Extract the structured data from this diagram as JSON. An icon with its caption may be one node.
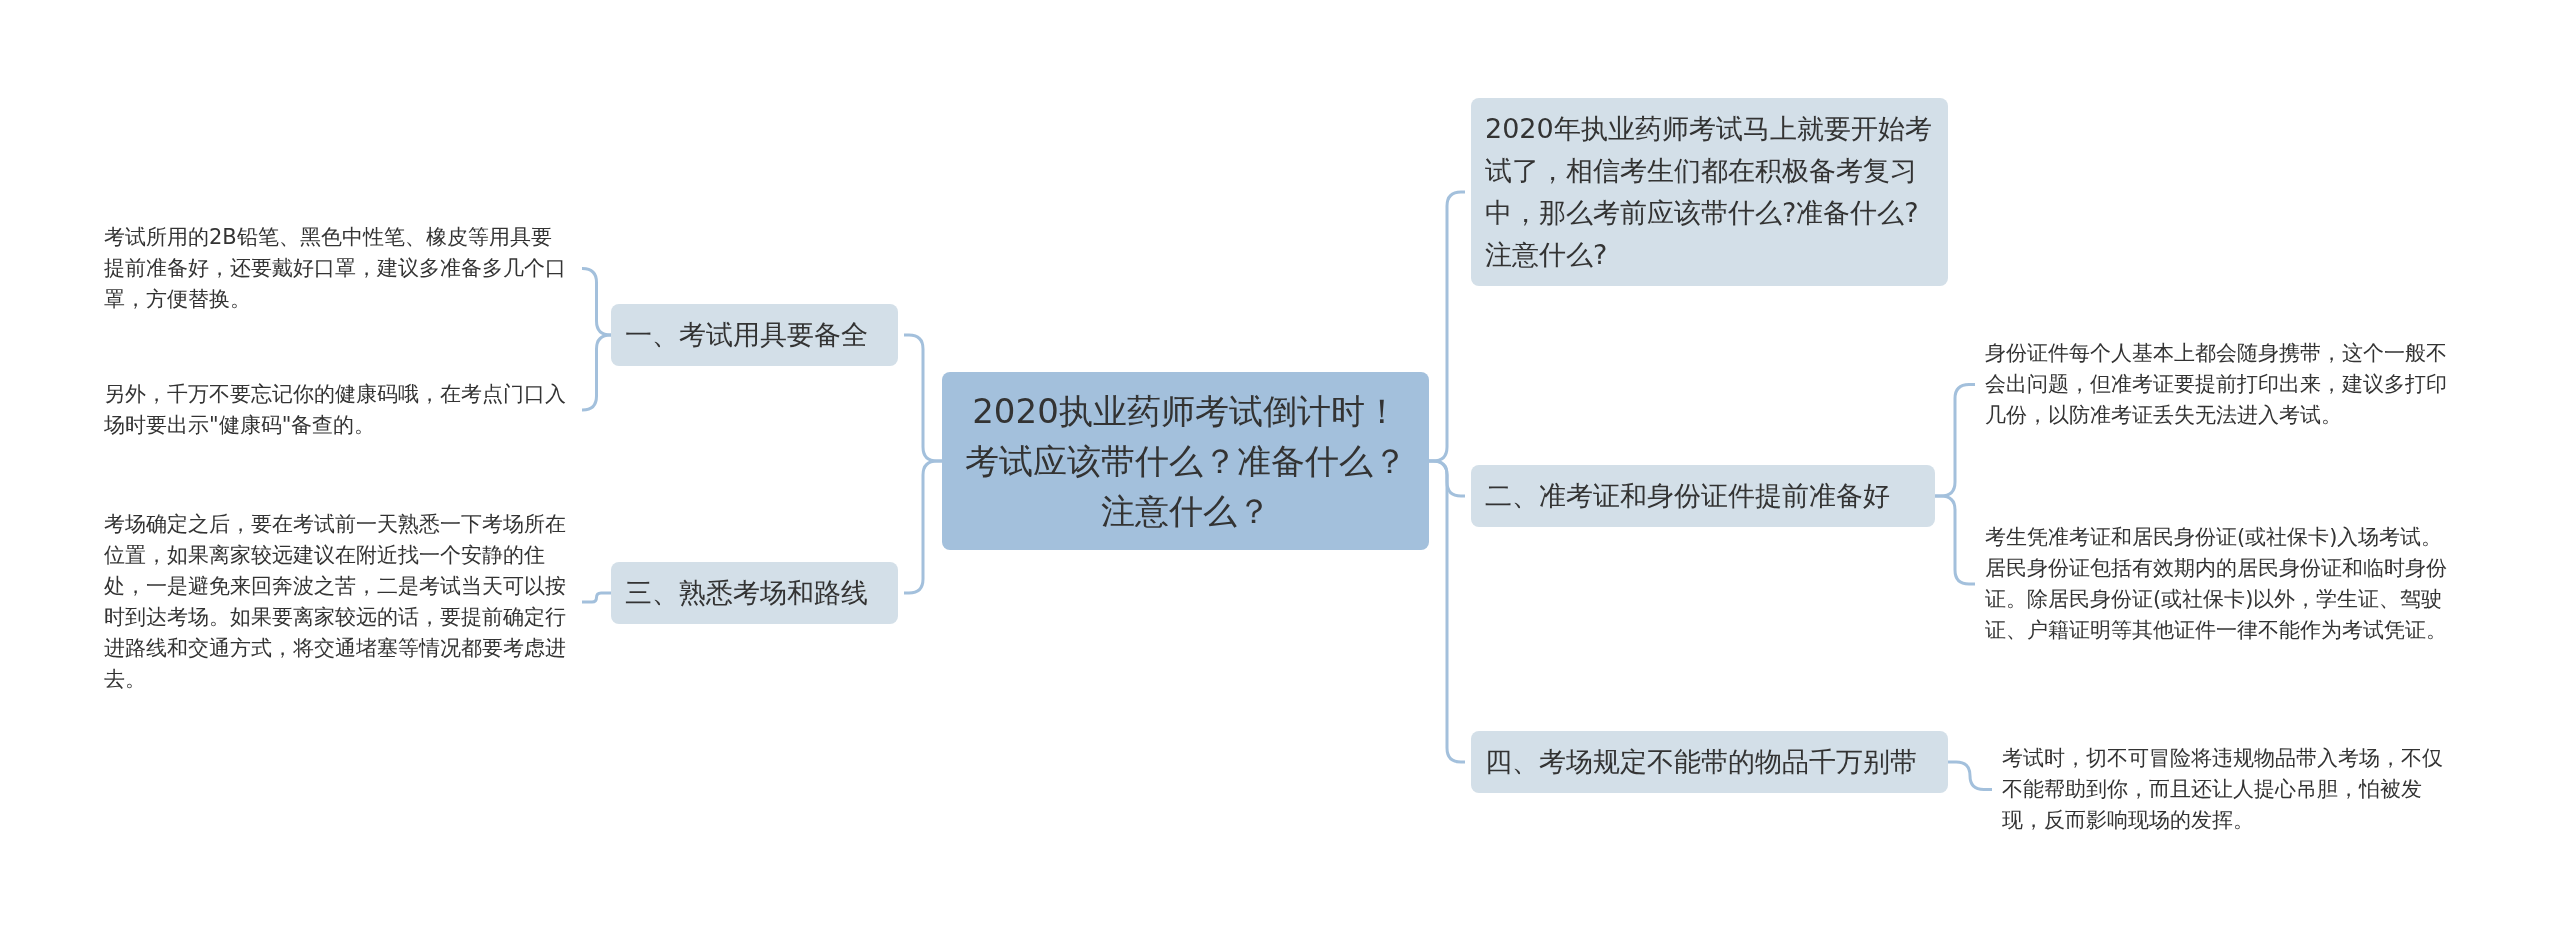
{
  "diagram": {
    "nodes": [
      {
        "text": [
          "2020执业药师考试倒计时！考试应该带什么？准备什么？注意什么？"
        ]
      },
      {
        "text": [
          "一、考试用具要备全"
        ]
      },
      {
        "text": [
          "考试所用的2B铅笔、黑色中性笔、橡皮等用具要提前准备好，还要戴好口罩，建议多准备多几个口罩，方便替换。"
        ]
      },
      {
        "text": [
          "另外，千万不要忘记你的健康码哦，在考点门口入场时要出示\"健康码\"备查的。"
        ]
      },
      {
        "text": [
          "三、熟悉考场和路线"
        ]
      },
      {
        "text": [
          "考场确定之后，要在考试前一天熟悉一下考场所在位置，如果离家较远建议在附近找一个安静的住处，一是避免来回奔波之苦，二是考试当天可以按时到达考场。如果要离家较远的话，要提前确定行进路线和交通方式，将交通堵塞等情况都要考虑进去。"
        ]
      },
      {
        "text": [
          "2020年执业药师考试马上就要开始考试了，相信考生们都在积极备考复习中，那么考前应该带什么?准备什么?注意什么?"
        ]
      },
      {
        "text": [
          "二、准考证和身份证件提前准备好"
        ]
      },
      {
        "text": [
          "身份证件每个人基本上都会随身携带，这个一般不会出问题，但准考证要提前打印出来，建议多打印几份，以防准考证丢失无法进入考试。"
        ]
      },
      {
        "text": [
          "考生凭准考证和居民身份证(或社保卡)入场考试。居民身份证包括有效期内的居民身份证和临时身份证。除居民身份证(或社保卡)以外，学生证、驾驶证、户籍证明等其他证件一律不能作为考试凭证。"
        ]
      },
      {
        "text": [
          "四、考场规定不能带的物品千万别带"
        ]
      },
      {
        "text": [
          "考试时，切不可冒险将违规物品带入考场，不仅不能帮助到你，而且还让人提心吊胆，怕被发现，反而影响现场的发挥。"
        ]
      }
    ],
    "edges": [
      {
        "from": 0,
        "to": 1,
        "arrow": "none"
      },
      {
        "from": 1,
        "to": 2,
        "arrow": "none"
      },
      {
        "from": 1,
        "to": 3,
        "arrow": "none"
      },
      {
        "from": 0,
        "to": 4,
        "arrow": "none"
      },
      {
        "from": 4,
        "to": 5,
        "arrow": "none"
      },
      {
        "from": 0,
        "to": 6,
        "arrow": "none"
      },
      {
        "from": 0,
        "to": 7,
        "arrow": "none"
      },
      {
        "from": 7,
        "to": 8,
        "arrow": "none"
      },
      {
        "from": 7,
        "to": 9,
        "arrow": "none"
      },
      {
        "from": 0,
        "to": 10,
        "arrow": "none"
      },
      {
        "from": 10,
        "to": 11,
        "arrow": "none"
      }
    ]
  }
}
